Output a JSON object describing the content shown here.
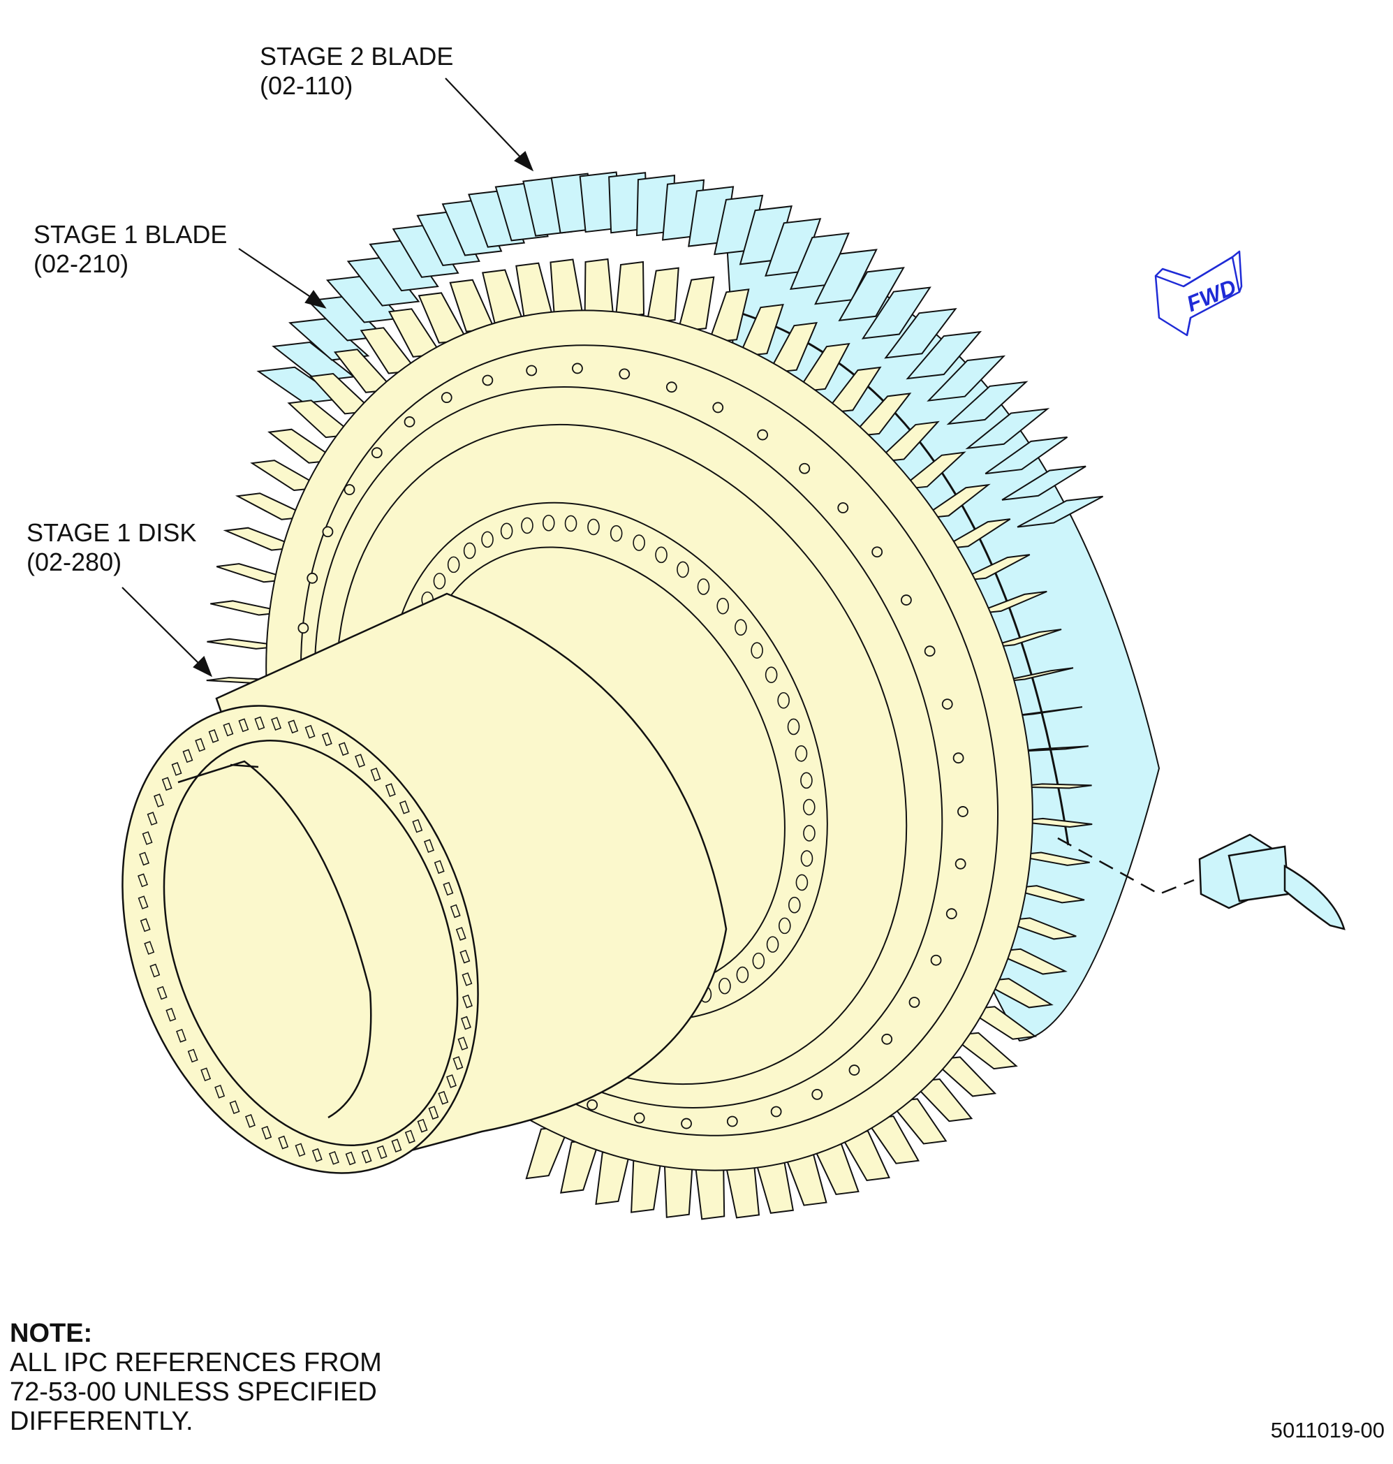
{
  "labels": {
    "stage2_blade": {
      "name": "STAGE 2 BLADE",
      "ref": "(02-110)"
    },
    "stage1_blade": {
      "name": "STAGE 1 BLADE",
      "ref": "(02-210)"
    },
    "stage1_disk": {
      "name": "STAGE 1 DISK",
      "ref": "(02-280)"
    }
  },
  "fwd_label": "FWD",
  "note": {
    "heading": "NOTE:",
    "lines": [
      "ALL IPC REFERENCES FROM",
      "72-53-00 UNLESS SPECIFIED",
      "DIFFERENTLY."
    ]
  },
  "figure_id": "5011019-00",
  "colors": {
    "stage1_fill": "#fbf8cc",
    "stage2_fill": "#cdf5fb",
    "outline": "#111111",
    "fwd_arrow": "#1f2bd6"
  }
}
